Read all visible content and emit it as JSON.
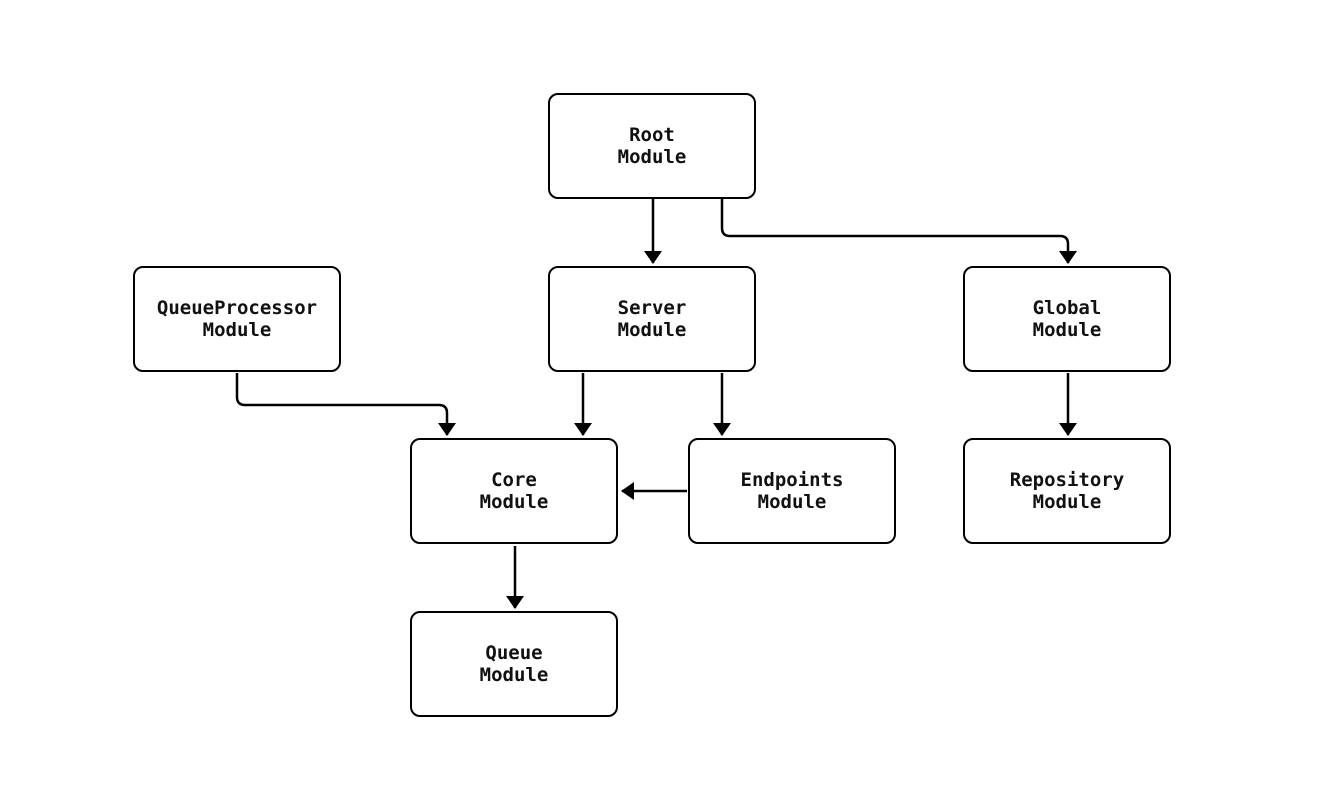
{
  "diagram": {
    "type": "module-dependency-graph",
    "background_color": "#ffffff",
    "node_border_color": "#000000",
    "node_fill_color": "#ffffff",
    "edge_color": "#000000",
    "text_color": "#111111",
    "nodes": {
      "root": {
        "label": "Root\nModule"
      },
      "queue_processor": {
        "label": "QueueProcessor\nModule"
      },
      "server": {
        "label": "Server\nModule"
      },
      "global": {
        "label": "Global\nModule"
      },
      "core": {
        "label": "Core\nModule"
      },
      "endpoints": {
        "label": "Endpoints\nModule"
      },
      "repository": {
        "label": "Repository\nModule"
      },
      "queue": {
        "label": "Queue\nModule"
      }
    },
    "edges": [
      {
        "from": "Root Module",
        "to": "Server Module"
      },
      {
        "from": "Root Module",
        "to": "Global Module"
      },
      {
        "from": "QueueProcessor Module",
        "to": "Core Module"
      },
      {
        "from": "Server Module",
        "to": "Core Module"
      },
      {
        "from": "Server Module",
        "to": "Endpoints Module"
      },
      {
        "from": "Endpoints Module",
        "to": "Core Module"
      },
      {
        "from": "Core Module",
        "to": "Queue Module"
      },
      {
        "from": "Global Module",
        "to": "Repository Module"
      }
    ]
  }
}
